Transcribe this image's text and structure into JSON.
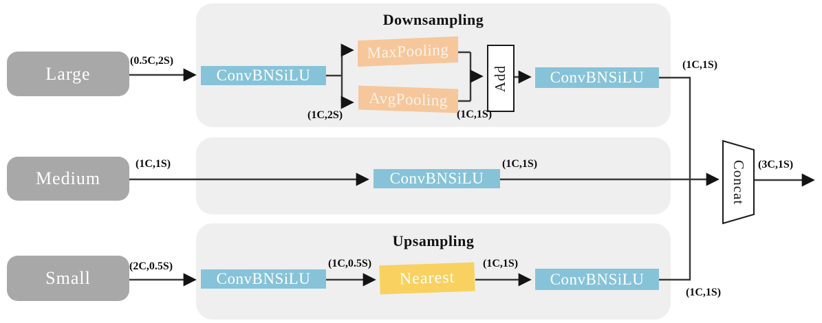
{
  "diagram": {
    "kind": "multi-scale feature fusion block diagram",
    "inputs": {
      "large": "Large",
      "medium": "Medium",
      "small": "Small"
    },
    "titles": {
      "downsampling": "Downsampling",
      "upsampling": "Upsampling"
    },
    "nodes": {
      "down_conv_in": "ConvBNSiLU",
      "maxpooling": "MaxPooling",
      "avgpooling": "AvgPooling",
      "add": "Add",
      "down_conv_out": "ConvBNSiLU",
      "mid_conv": "ConvBNSiLU",
      "up_conv_in": "ConvBNSiLU",
      "nearest": "Nearest",
      "up_conv_out": "ConvBNSiLU",
      "concat": "Concat"
    },
    "edge_labels": {
      "large_in": "(0.5C,2S)",
      "down_split": "(1C,2S)",
      "down_merge": "(1C,1S)",
      "down_out": "(1C,1S)",
      "medium_in": "(1C,1S)",
      "mid_out": "(1C,1S)",
      "small_in": "(2C,0.5S)",
      "up_conv_in_out": "(1C,0.5S)",
      "nearest_out": "(1C,1S)",
      "up_out": "(1C,1S)",
      "concat_out": "(3C,1S)"
    },
    "colors": {
      "panel": "#efefef",
      "input_gray": "#a8a8a8",
      "conv_blue": "#86c3d8",
      "pool_orange": "#f6c79b",
      "nearest_yellow": "#f8d160",
      "line": "#383838"
    }
  }
}
